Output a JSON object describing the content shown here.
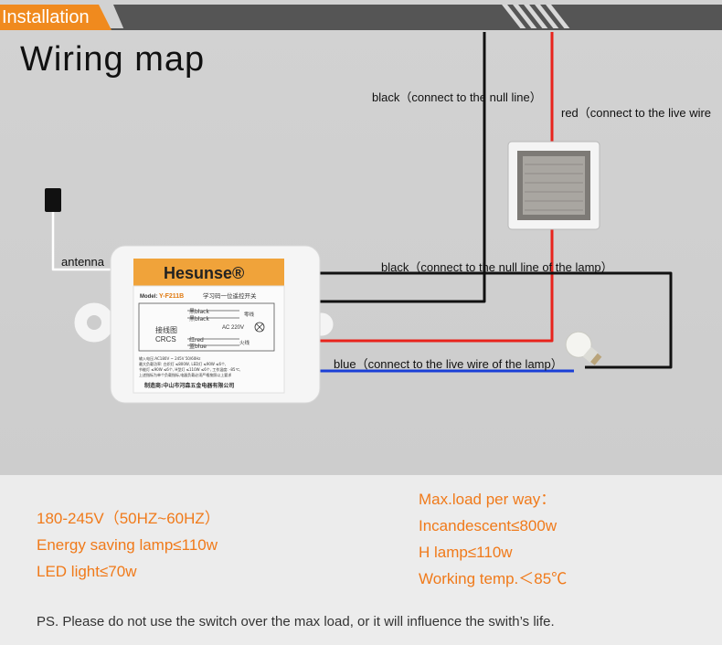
{
  "header": {
    "tab_label": "Installation"
  },
  "title": "Wiring map",
  "labels": {
    "black_null": "black（connect to the null line）",
    "red_live": "red（connect to the live wire",
    "antenna": "antenna",
    "black_lamp": "black（connect to the null line of the lamp）",
    "blue_lamp": "blue（connect to the live wire of the lamp）"
  },
  "device": {
    "brand": "Hesunse®",
    "model_prefix": "Model:",
    "model": "Y-F211B",
    "model_desc": "学习码一位遥控开关",
    "diagram_label_cn": "接线图",
    "diagram_label_en": "CRCS",
    "wire_black1": "黑black",
    "wire_black2": "黑black",
    "wire_red": "红red",
    "wire_blue": "蓝blue",
    "null_cn": "零线",
    "live_cn": "火线",
    "ac": "AC 220V",
    "spec1": "输入电压:AC180V ~ 245V 50/60Hz",
    "spec2": "最大负载功率: 白炽灯 ≤800W, LED灯 ≤90W ≤6个,",
    "spec3": "节能灯 ≤90W ≤6个, H型灯 ≤110W ≤6个, 工作温度: -85℃,",
    "spec4": "上述指标为单个负载指标,电器负载必须严格按照以上要求",
    "manufacturer": "制造商:中山市河森五金电器有限公司"
  },
  "specs_left": [
    "180-245V（50HZ~60HZ）",
    "Energy saving lamp≤110w",
    "LED light≤70w"
  ],
  "specs_right": [
    "Max.load per way：",
    "Incandescent≤800w",
    "H lamp≤110w",
    "Working temp.＜85℃"
  ],
  "ps": "PS. Please do not use the switch over the max load, or it will influence the swith’s life.",
  "colors": {
    "accent": "#f08a1e",
    "spec_text": "#f07a1a",
    "wire_black": "#111111",
    "wire_red": "#e8231c",
    "wire_blue": "#1a3fd6",
    "wire_white": "#ffffff"
  },
  "icons": [
    "antenna-icon",
    "wall-switch-icon",
    "light-bulb-icon",
    "remote-switch-module-icon"
  ]
}
